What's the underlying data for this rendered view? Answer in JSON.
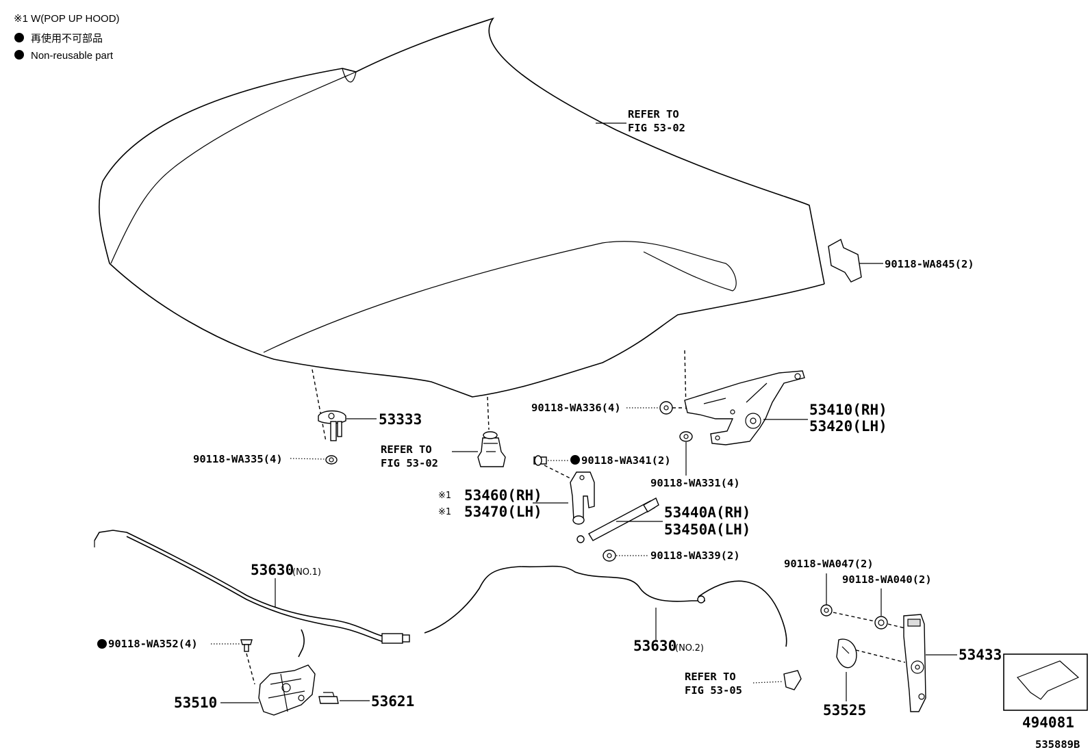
{
  "legend": {
    "note": "※1 W(POP UP HOOD)",
    "non_reusable_jp": "再使用不可部品",
    "non_reusable_en": "Non-reusable part"
  },
  "labels": {
    "refer_hood_1": "REFER TO",
    "refer_hood_2": "FIG 53-02",
    "p_wa845": "90118-WA845(2)",
    "p_53333": "53333",
    "p_wa335": "90118-WA335(4)",
    "refer_center_1": "REFER TO",
    "refer_center_2": "FIG 53-02",
    "p_wa336": "90118-WA336(4)",
    "p_53410": "53410(RH)",
    "p_53420": "53420(LH)",
    "p_wa341": "90118-WA341(2)",
    "p_wa331": "90118-WA331(4)",
    "mark1a": "※1",
    "p_53460": "53460(RH)",
    "mark1b": "※1",
    "p_53470": "53470(LH)",
    "p_53440": "53440A(RH)",
    "p_53450": "53450A(LH)",
    "p_wa339": "90118-WA339(2)",
    "p_53630a": "53630",
    "p_53630a_sub": "(NO.1)",
    "p_wa047": "90118-WA047(2)",
    "p_wa040": "90118-WA040(2)",
    "p_wa352": "90118-WA352(4)",
    "p_53630b": "53630",
    "p_53630b_sub": "(NO.2)",
    "p_53433": "53433",
    "p_53510": "53510",
    "p_53621": "53621",
    "refer_cable_1": "REFER TO",
    "refer_cable_2": "FIG 53-05",
    "p_53525": "53525",
    "p_494081": "494081",
    "fig_id": "535889B"
  }
}
